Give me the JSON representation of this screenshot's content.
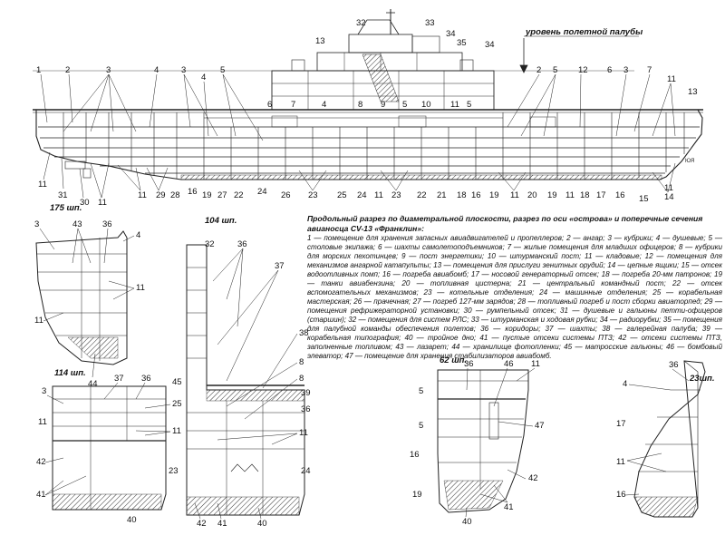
{
  "flight_deck_level_label": "уровень полетной палубы",
  "sections": [
    {
      "label": "175 шп."
    },
    {
      "label": "104 шп."
    },
    {
      "label": "114 шп."
    },
    {
      "label": "62 шп."
    },
    {
      "label": "23шп."
    }
  ],
  "legend": {
    "title": "Продольный разрез по диаметральной плоскости, разрез по оси «острова» и поперечные сечения авианосца CV-13 «Франклин»:",
    "text": "1 — помещение для хранения запасных авиадвигателей и пропеллеров; 2 — ангар; 3 — кубрики; 4 — душевые; 5 — столовые экипажа; 6 — шахты самолетоподъемников; 7 — жилые помещения для младших офицеров; 8 — кубрики для морских пехотинцев; 9 — пост энергетики; 10 — штурманский пост; 11 — кладовые; 12 — помещения для механизмов ангарной катапульты; 13 — помещения для прислуги зенитных орудий; 14 — цепные ящики; 15 — отсек водоотливных помп; 16 — погреба авиабомб; 17 — носовой генераторный отсек; 18 — погреба 20-мм патронов; 19 — танки авиабензина; 20 — топливная цистерна; 21 — центральный командный пост; 22 — отсек вспомогательных механизмов; 23 — котельные отделения; 24 — машинные отделения; 25 — корабельная мастерская; 26 — прачечная; 27 — погреб 127-мм зарядов; 28 — топливный погреб и пост сборки авиаторпед; 29 — помещения рефрижераторной установки; 30 — румпельный отсек; 31 — душевые и гальюны петти-офицеров (старшин); 32 — помещения для систем РЛС; 33 — штурманская и ходовая рубки; 34 — радиорубки; 35 — помещения для палубной команды обеспечения полетов; 36 — коридоры; 37 — шахты; 38 — галерейная палуба; 39 — корабельная типография; 40 — тройное дно; 41 — пустые отсеки системы ПТЗ; 42 — отсеки системы ПТЗ, заполненные топливом; 43 — лазарет; 44 — хранилище фотопленки; 45 — матросские гальюны; 46 — бомбовый элеватор; 47 — помещение для хранения стабилизаторов авиабомб."
  },
  "credit": "ЮЯ",
  "top_row_labels": [
    "1",
    "2",
    "3",
    "4",
    "3",
    "4",
    "5",
    "6",
    "7",
    "4",
    "8",
    "9",
    "5",
    "10",
    "11",
    "5",
    "2",
    "5",
    "12",
    "6",
    "3",
    "7",
    "11",
    "13",
    "32",
    "33",
    "13",
    "34",
    "35",
    "34"
  ],
  "bottom_row_labels": [
    "11",
    "31",
    "30",
    "11",
    "11",
    "29",
    "28",
    "16",
    "19",
    "27",
    "22",
    "24",
    "26",
    "23",
    "25",
    "24",
    "11",
    "23",
    "22",
    "21",
    "18",
    "16",
    "19",
    "11",
    "20",
    "19",
    "11",
    "18",
    "17",
    "16",
    "15",
    "14",
    "11"
  ],
  "section_labels": {
    "s175": [
      "3",
      "43",
      "36",
      "4",
      "11",
      "11",
      "44"
    ],
    "s104": [
      "32",
      "36",
      "37",
      "38",
      "8",
      "8",
      "39",
      "36",
      "11",
      "24",
      "42",
      "41",
      "40"
    ],
    "s114": [
      "3",
      "37",
      "36",
      "45",
      "25",
      "11",
      "11",
      "42",
      "41",
      "23",
      "40"
    ],
    "s62": [
      "36",
      "46",
      "11",
      "5",
      "5",
      "47",
      "16",
      "42",
      "19",
      "41",
      "40"
    ],
    "s23": [
      "36",
      "4",
      "17",
      "11",
      "16"
    ]
  }
}
